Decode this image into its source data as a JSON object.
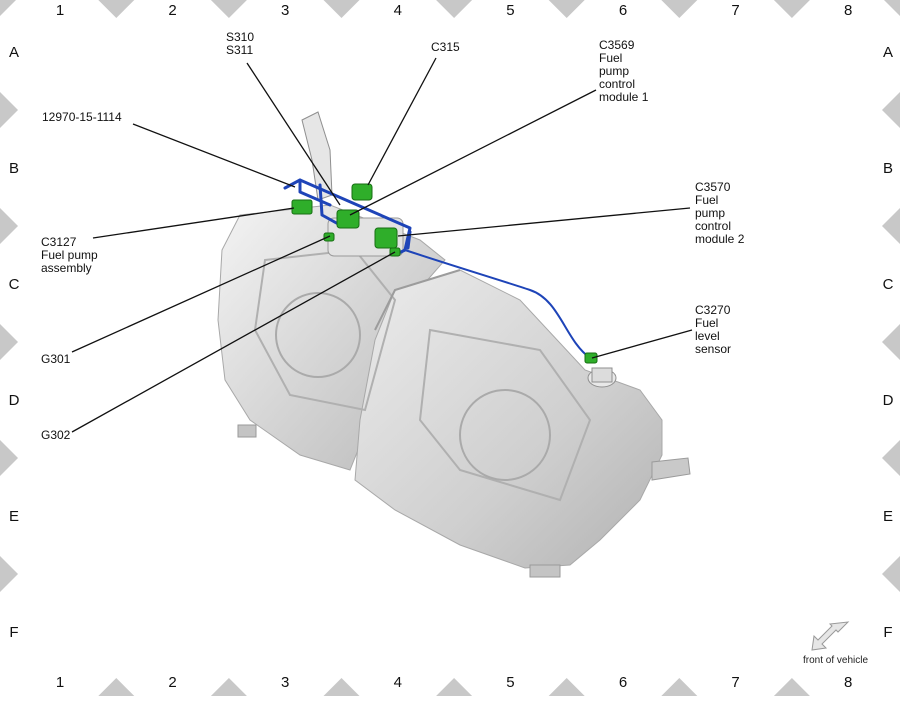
{
  "grid": {
    "columns": [
      "1",
      "2",
      "3",
      "4",
      "5",
      "6",
      "7",
      "8"
    ],
    "rows": [
      "A",
      "B",
      "C",
      "D",
      "E",
      "F"
    ]
  },
  "callouts": {
    "part_number": "12970-15-1114",
    "splices": "S310\nS311",
    "c315": "C315",
    "c3569": "C3569\nFuel\npump\ncontrol\nmodule 1",
    "c3570": "C3570\nFuel\npump\ncontrol\nmodule 2",
    "c3127": "C3127\nFuel pump\nassembly",
    "g301": "G301",
    "g302": "G302",
    "c3270": "C3270\nFuel\nlevel\nsensor"
  },
  "orientation": {
    "label": "front of vehicle",
    "icon": "arrow-icon"
  },
  "colors": {
    "harness": "#1e44b8",
    "connector": "#2fae2a",
    "tank": "#d9d9d9",
    "grid_marker": "#c8c8c8"
  }
}
